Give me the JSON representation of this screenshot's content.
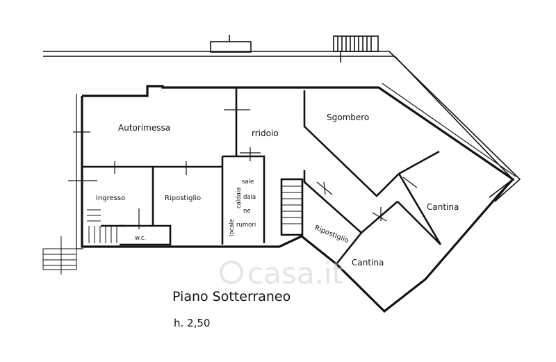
{
  "rooms": {
    "autorimessa": "Autorimessa",
    "corridoio": "rridoio",
    "sgombero": "Sgombero",
    "ingresso": "Ingresso",
    "ripostiglio_left": "Ripostiglio",
    "centrale_termica_a": "locale",
    "centrale_termica_b": "caldaia",
    "sale_1": "sale",
    "sale_2": "daia",
    "sale_3": "ne",
    "sale_4": "rumori",
    "ripostiglio_right": "Ripostiglio",
    "cantina_upper": "Cantina",
    "cantina_lower": "Cantina",
    "wc": "w.c."
  },
  "caption": {
    "title": "Piano Sotterraneo",
    "height": "h. 2,50"
  },
  "watermark": {
    "text": "casa.it"
  },
  "colors": {
    "ink": "#111111",
    "watermark": "#cfcfcf",
    "paper": "#ffffff"
  }
}
